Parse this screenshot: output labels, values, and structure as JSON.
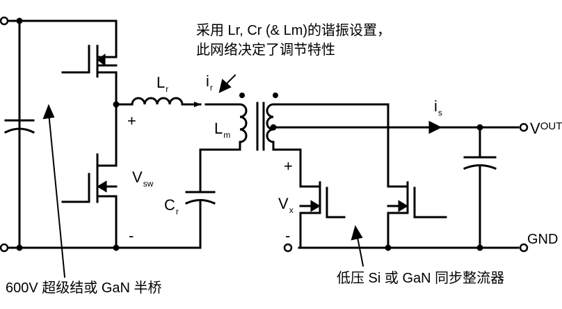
{
  "annotations": {
    "resonant_note_line1": "采用 Lr, Cr (& Lm)的谐振设置，",
    "resonant_note_line2": "此网络决定了调节特性",
    "half_bridge_note": "600V 超级结或 GaN 半桥",
    "rectifier_note": "低压 Si 或 GaN 同步整流器"
  },
  "components": {
    "lr": {
      "main": "L",
      "sub": "r"
    },
    "ir": {
      "main": "i",
      "sub": "r"
    },
    "lm": {
      "main": "L",
      "sub": "m"
    },
    "is": {
      "main": "i",
      "sub": "s"
    },
    "vsw": {
      "main": "V",
      "sub": "sw"
    },
    "cr": {
      "main": "C",
      "sub": "r"
    },
    "vx": {
      "main": "V",
      "sub": "x"
    }
  },
  "terminals": {
    "vout": {
      "main": "V",
      "sub": "OUT"
    },
    "gnd": "GND"
  },
  "polarity": {
    "sw_plus": "+",
    "sw_minus": "-",
    "x_plus": "+",
    "x_minus": "-"
  }
}
